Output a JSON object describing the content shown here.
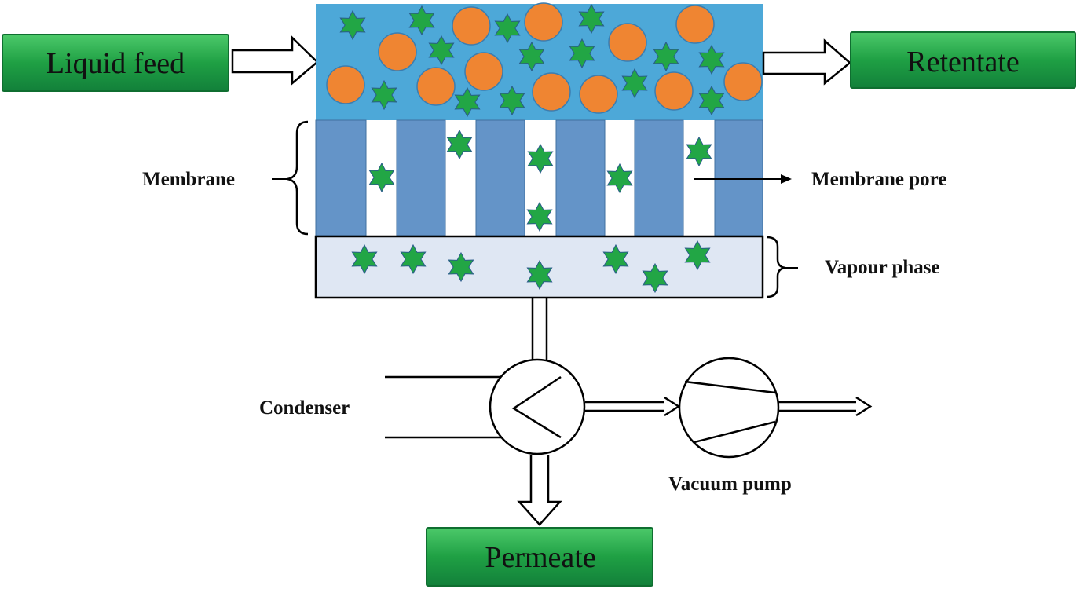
{
  "boxes": {
    "liquid_feed": "Liquid feed",
    "retentate": "Retentate",
    "permeate": "Permeate"
  },
  "labels": {
    "membrane": "Membrane",
    "membrane_pore": "Membrane pore",
    "vapour_phase": "Vapour phase",
    "condenser": "Condenser",
    "vacuum_pump": "Vacuum pump"
  },
  "colors": {
    "box_green": "#1a9a3e",
    "box_green_light": "#3fbf5f",
    "feed_blue": "#4da8d8",
    "membrane_blue": "#6494c8",
    "vapour_fill": "#dfe7f3",
    "particle_orange": "#ef8532",
    "molecule_green": "#22a645"
  }
}
